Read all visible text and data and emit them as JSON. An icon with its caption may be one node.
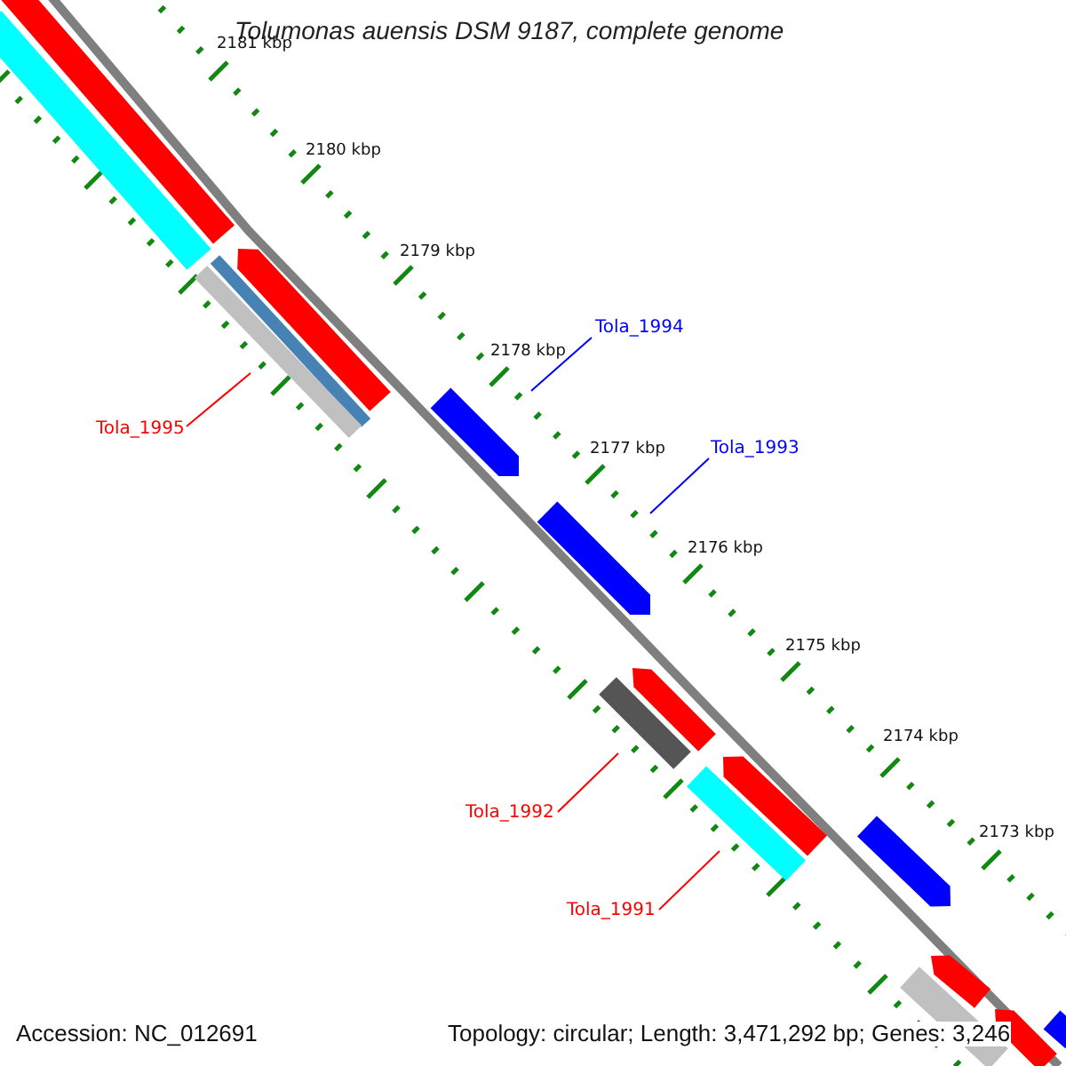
{
  "diagram": {
    "title": "Tolumonas auensis DSM 9187, complete genome",
    "nodes": [
      {
        "text": [
          "Tola_1994"
        ]
      },
      {
        "text": [
          "Tola_1995"
        ]
      },
      {
        "text": [
          "Tola_1993"
        ]
      },
      {
        "text": [
          "Tola_1992"
        ]
      },
      {
        "text": [
          "Tola_1991"
        ]
      },
      {
        "text": [],
        "shape": "bar"
      },
      {
        "text": [],
        "shape": "bar"
      },
      {
        "text": [],
        "shape": "arrow"
      },
      {
        "text": [],
        "shape": "bar"
      },
      {
        "text": [],
        "shape": "bar"
      },
      {
        "text": [],
        "shape": "arrow"
      },
      {
        "text": [],
        "shape": "arrow"
      },
      {
        "text": [],
        "shape": "arrow"
      },
      {
        "text": [],
        "shape": "bar"
      },
      {
        "text": [],
        "shape": "arrow"
      },
      {
        "text": [],
        "shape": "bar"
      },
      {
        "text": [],
        "shape": "arrow"
      },
      {
        "text": [],
        "shape": "arrow"
      },
      {
        "text": [],
        "shape": "bar"
      },
      {
        "text": [],
        "shape": "arrow"
      },
      {
        "text": [],
        "shape": "arrow"
      }
    ],
    "edges": [
      {
        "from": 0,
        "to": 10,
        "arrow": "none",
        "color": "#0000ff"
      },
      {
        "from": 1,
        "to": 9,
        "arrow": "none"
      },
      {
        "from": 2,
        "to": 11,
        "arrow": "none",
        "color": "#0000ff"
      },
      {
        "from": 3,
        "to": 13,
        "arrow": "none"
      },
      {
        "from": 4,
        "to": 15,
        "arrow": "none"
      }
    ],
    "labels": [
      "2181 kbp",
      "2180 kbp",
      "2179 kbp",
      "2178 kbp",
      "2177 kbp",
      "2176 kbp",
      "2175 kbp",
      "2174 kbp",
      "2173 kbp",
      "Accession: NC_012691",
      "Topology: circular; Length: 3,471,292 bp; Genes: 3,246"
    ]
  }
}
